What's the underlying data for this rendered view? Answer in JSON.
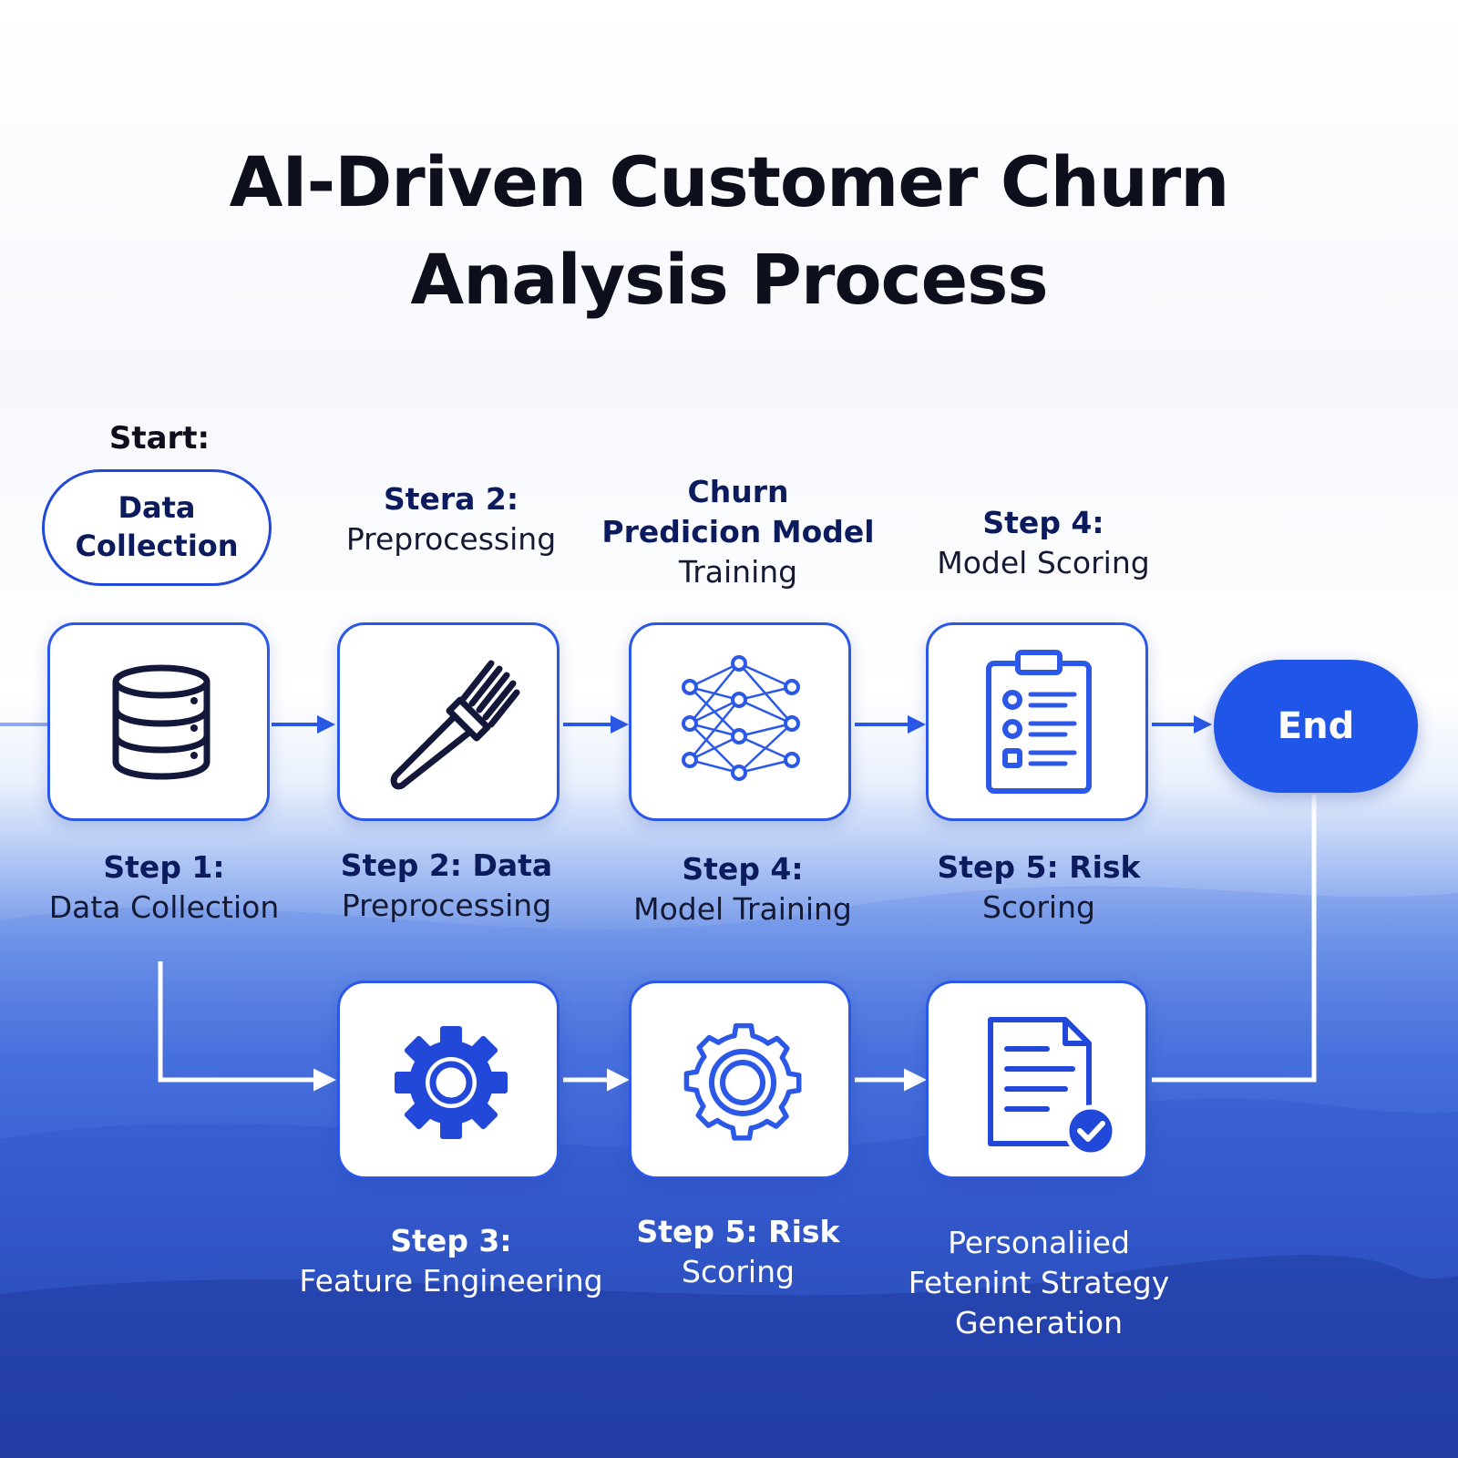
{
  "title": {
    "line1": "AI-Driven Customer Churn",
    "line2": "Analysis Process"
  },
  "start": {
    "label": "Start:",
    "pill_line1": "Data",
    "pill_line2": "Collection"
  },
  "top_labels": [
    {
      "bold": "Stera 2:",
      "regular": "Preprocessing"
    },
    {
      "bold1": "Churn",
      "bold2": "Predicion Model",
      "regular": "Training"
    },
    {
      "bold": "Step 4:",
      "regular": "Model Scoring"
    }
  ],
  "row1_labels": [
    {
      "bold": "Step 1:",
      "regular": "Data Collection"
    },
    {
      "bold": "Step 2: Data",
      "regular": "Preprocessing"
    },
    {
      "bold": "Step 4:",
      "regular": "Model Training"
    },
    {
      "bold": "Step 5: Risk",
      "regular": "Scoring"
    }
  ],
  "row2_labels": [
    {
      "bold": "Step 3:",
      "regular": "Feature Engineering"
    },
    {
      "bold": "Step 5: Risk",
      "regular": "Scoring"
    },
    {
      "line1": "Personaliied",
      "line2": "Fetenint Strategy",
      "line3": "Generation"
    }
  ],
  "end_label": "End",
  "icons": {
    "row1": [
      "database-icon",
      "brush-icon",
      "neural-network-icon",
      "clipboard-checklist-icon"
    ],
    "row2": [
      "gear-icon",
      "gear-outline-icon",
      "document-check-icon"
    ]
  },
  "colors": {
    "accent": "#2b58e6",
    "end_fill": "#1f56e8",
    "title": "#0d0f1c",
    "label_dark": "#0c1a5e"
  }
}
